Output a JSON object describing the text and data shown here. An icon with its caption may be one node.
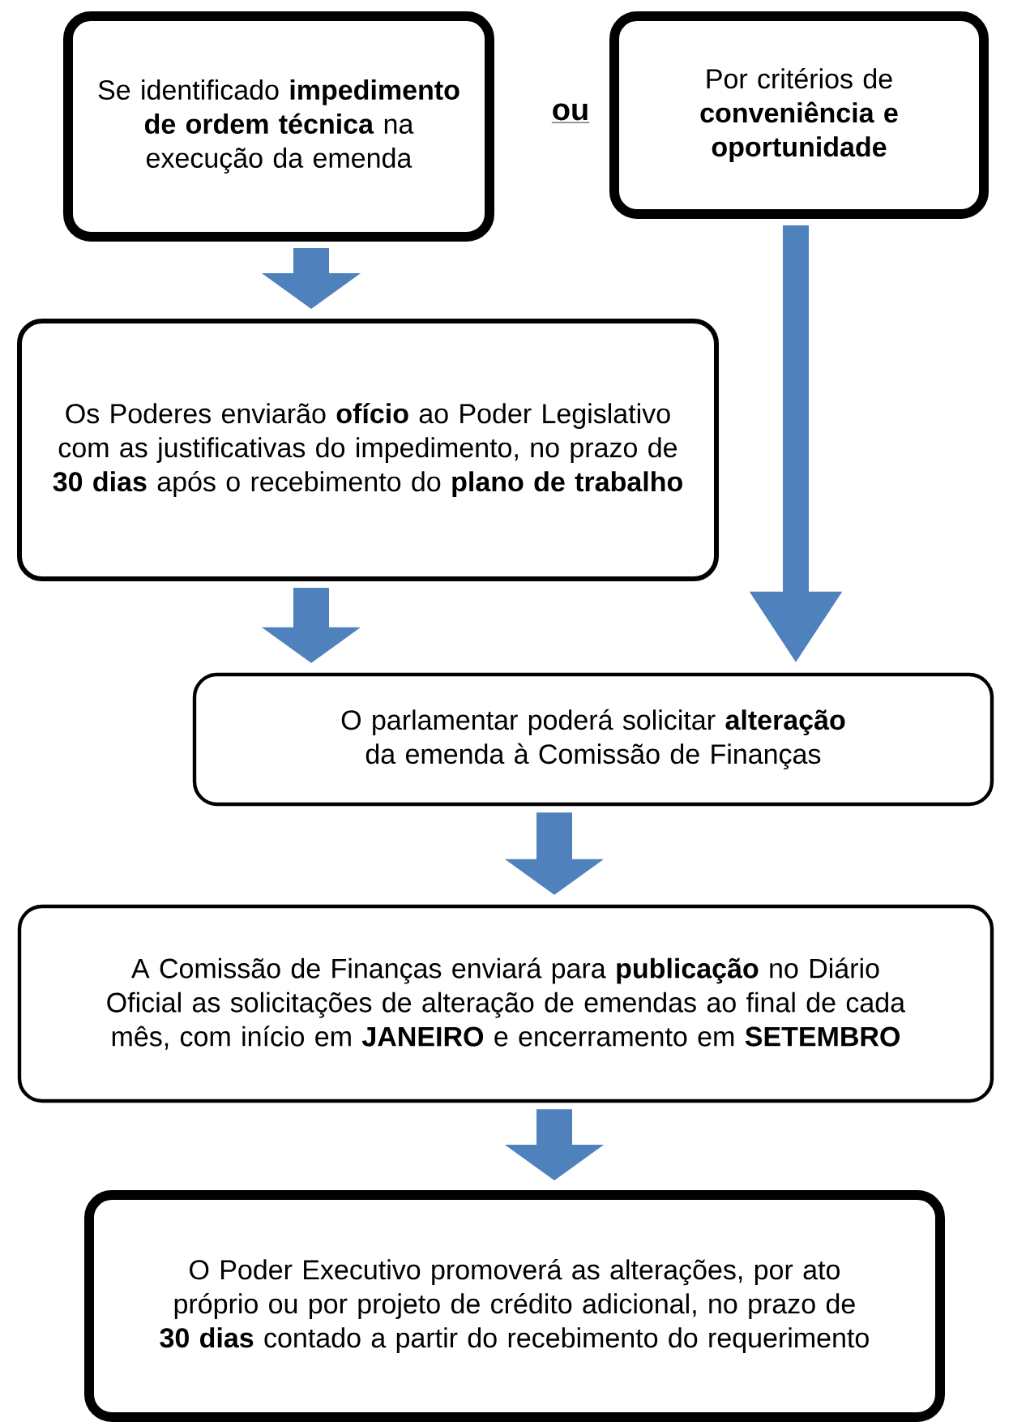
{
  "diagram": {
    "nodes": [
      {
        "text": [
          "Se identificado **impedimento de ordem técnica** na execução da emenda"
        ]
      },
      {
        "text": [
          "Por critérios de **conveniência e oportunidade**"
        ]
      },
      {
        "text": [
          "Os Poderes enviarão **ofício** ao Poder Legislativo com as justificativas do impedimento, no prazo de **30 dias** após o recebimento do **plano de trabalho**"
        ]
      },
      {
        "text": [
          "O parlamentar poderá solicitar **alteração** da emenda à Comissão de Finanças"
        ]
      },
      {
        "text": [
          "A Comissão de Finanças enviará para **publicação** no Diário Oficial as solicitações de alteração de emendas ao final de cada mês, com início em **JANEIRO** e encerramento em **SETEMBRO**"
        ]
      },
      {
        "text": [
          "O Poder Executivo promoverá as alterações, por ato próprio ou por projeto de crédito adicional, no prazo de **30 dias** contado a partir do recebimento do requerimento"
        ]
      }
    ],
    "edges": [
      {
        "from": 0,
        "to": 2,
        "arrow": "to"
      },
      {
        "from": 1,
        "to": 3,
        "arrow": "to"
      },
      {
        "from": 2,
        "to": 3,
        "arrow": "to"
      },
      {
        "from": 3,
        "to": 4,
        "arrow": "to"
      },
      {
        "from": 4,
        "to": 5,
        "arrow": "to"
      }
    ],
    "labels": [
      "ou"
    ]
  }
}
